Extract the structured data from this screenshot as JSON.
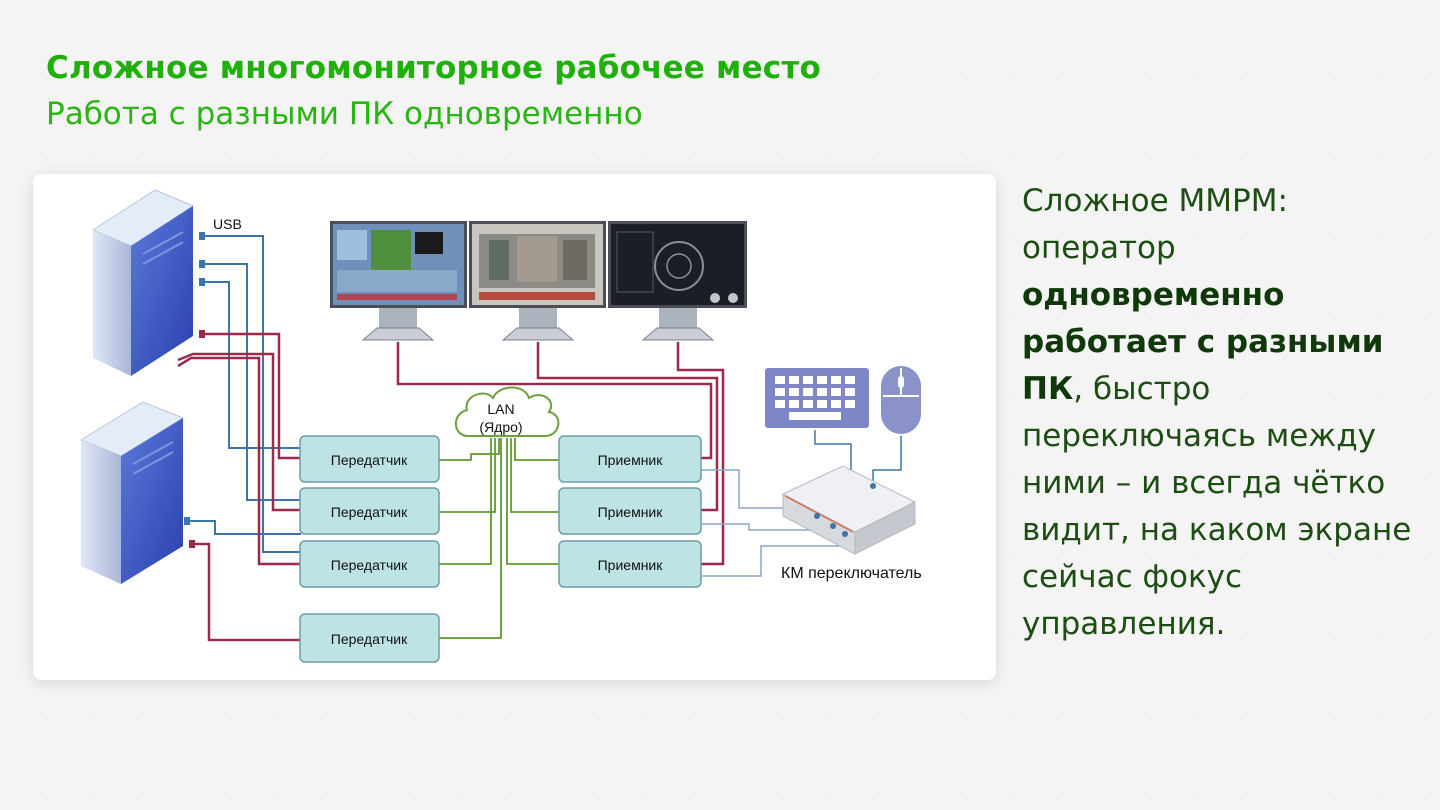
{
  "header": {
    "title": "Сложное многомониторное рабочее место",
    "subtitle": "Работа с разными ПК одновременно"
  },
  "diagram": {
    "usb_label": "USB",
    "lan_label_line1": "LAN",
    "lan_label_line2": "(Ядро)",
    "transmitter_label": "Передатчик",
    "receiver_label": "Приемник",
    "km_switch_label": "КМ переключатель",
    "colors": {
      "video_line": "#9b2a4a",
      "usb_line": "#3a77a8",
      "lan_line": "#5f9a2e",
      "box_fill": "#bde3e4",
      "box_stroke": "#6b9ea6"
    }
  },
  "description": {
    "part1": "Сложное ММРМ: оператор ",
    "bold": "одновременно работает с разными ПК",
    "part2": ", быстро переключаясь между ними – и всегда чётко видит, на каком экране сейчас фокус управления."
  }
}
